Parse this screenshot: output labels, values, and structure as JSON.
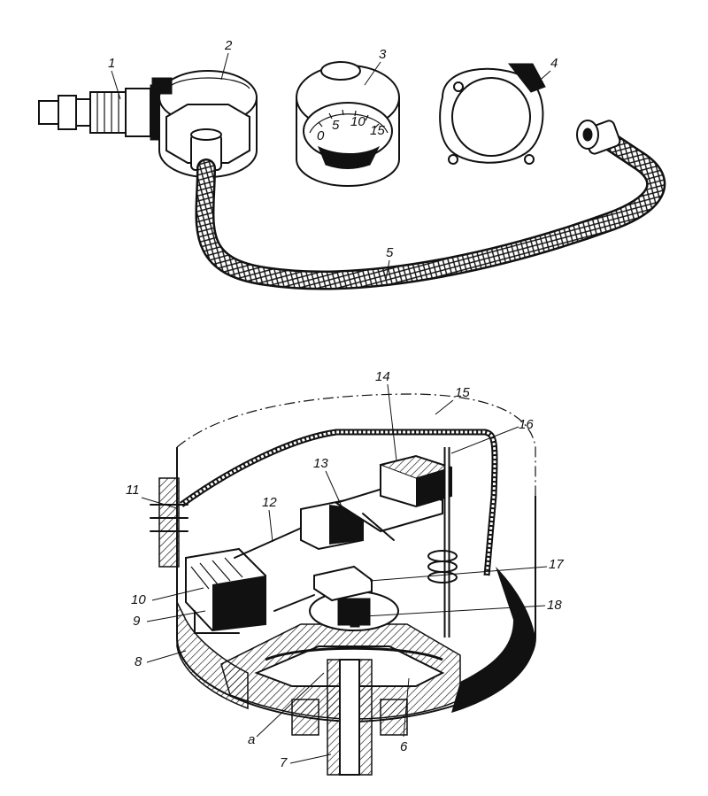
{
  "figure": {
    "top_callouts": [
      "1",
      "2",
      "3",
      "4",
      "5"
    ],
    "bottom_callouts": [
      "6",
      "7",
      "8",
      "9",
      "10",
      "11",
      "12",
      "13",
      "14",
      "15",
      "16",
      "17",
      "18",
      "a"
    ],
    "gauge_dial_numbers": [
      "0",
      "5",
      "10",
      "15"
    ]
  }
}
